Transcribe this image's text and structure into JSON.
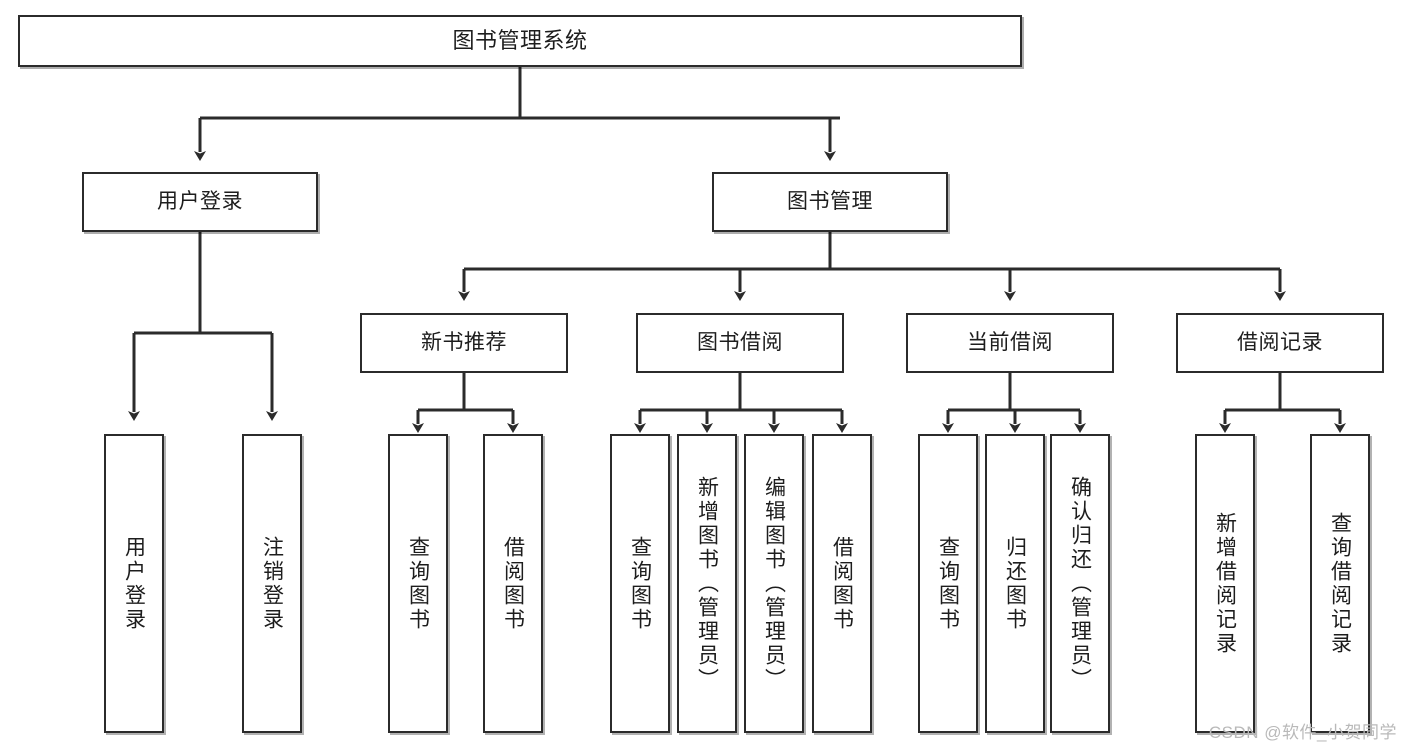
{
  "diagram": {
    "title": "图书管理系统",
    "watermark": "CSDN @软件_小贺同学",
    "colors": {
      "stroke": "#2b2b2b",
      "fill": "#ffffff",
      "text": "#1d1d1d",
      "watermark": "#b9b9b9"
    },
    "root": {
      "label": "图书管理系统"
    },
    "level2": [
      {
        "label": "用户登录"
      },
      {
        "label": "图书管理"
      }
    ],
    "level3": [
      {
        "label": "新书推荐"
      },
      {
        "label": "图书借阅"
      },
      {
        "label": "当前借阅"
      },
      {
        "label": "借阅记录"
      }
    ],
    "leaves": {
      "user_login": [
        {
          "label": "用户登录"
        },
        {
          "label": "注销登录"
        }
      ],
      "new_book": [
        {
          "label": "查询图书"
        },
        {
          "label": "借阅图书"
        }
      ],
      "book_borrow": [
        {
          "label": "查询图书"
        },
        {
          "label": "新增图书（管理员）"
        },
        {
          "label": "编辑图书（管理员）"
        },
        {
          "label": "借阅图书"
        }
      ],
      "current_borrow": [
        {
          "label": "查询图书"
        },
        {
          "label": "归还图书"
        },
        {
          "label": "确认归还（管理员）"
        }
      ],
      "borrow_record": [
        {
          "label": "新增借阅记录"
        },
        {
          "label": "查询借阅记录"
        }
      ]
    }
  }
}
